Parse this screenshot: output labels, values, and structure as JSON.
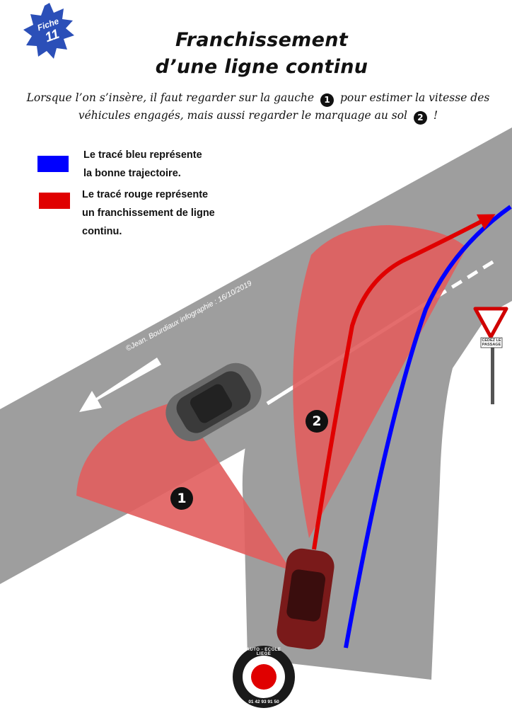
{
  "badge": {
    "line1": "Fiche",
    "line2": "11"
  },
  "title": {
    "line1": "Franchissement",
    "line2": "d’une ligne continu"
  },
  "intro": {
    "part1": "Lorsque l’on s’insère, il faut regarder sur la gauche",
    "marker1": "1",
    "part2": "pour estimer la vitesse des véhicules engagés, mais aussi regarder le marquage au sol",
    "marker2": "2",
    "part3": "!"
  },
  "legend": {
    "blue": {
      "color": "#0000ff",
      "line1": "Le tracé bleu représente",
      "line2": "la bonne trajectoire."
    },
    "red": {
      "color": "#e00000",
      "line1": "Le tracé rouge représente",
      "line2": "un franchissement de ligne",
      "line3": "continu."
    }
  },
  "credit": "©Jean. Bourdiaux infographie : 16/10/2019",
  "sign": {
    "line1": "CÉDEZ LE",
    "line2": "PASSAGE"
  },
  "markers": {
    "zone1": "1",
    "zone2": "2"
  },
  "logo": {
    "top": "AUTO - ECOLE LIEGE",
    "bottom": "01 42 93 91 50"
  },
  "colors": {
    "road": "#9e9e9e",
    "vision": "#e15d5d",
    "blue_path": "#0000ff",
    "red_path": "#e00000",
    "badge": "#2b4fb8"
  }
}
